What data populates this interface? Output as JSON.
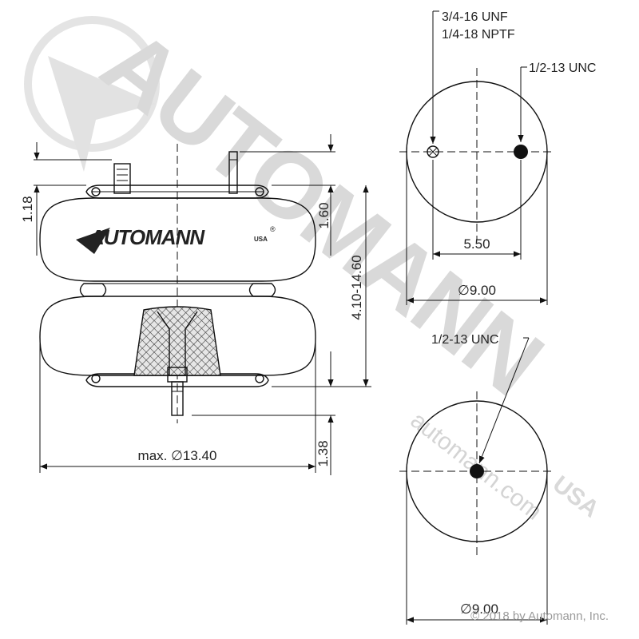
{
  "brand": {
    "logo_text": "AUTOMANN",
    "logo_suffix": "USA",
    "watermark_text": "AUTOMANN",
    "watermark_url": "automann.com",
    "watermark_suffix": "USA",
    "registered_mark": "®",
    "copyright": "© 2018 by Automann, Inc.",
    "accent_color": "#d9d9d9"
  },
  "side_view": {
    "dim_top_height": "1.18",
    "dim_top_right": "1.60",
    "dim_overall_height": "4.10-14.60",
    "dim_bottom_stud": "1.38",
    "dim_max_diameter": "max. ∅13.40"
  },
  "top_view": {
    "callout_ports_line1": "3/4-16 UNF",
    "callout_ports_line2": "1/4-18 NPTF",
    "callout_stud": "1/2-13 UNC",
    "dim_hole_spacing": "5.50",
    "dim_diameter": "∅9.00"
  },
  "bottom_view": {
    "callout_stud": "1/2-13 UNC",
    "dim_diameter": "∅9.00"
  }
}
